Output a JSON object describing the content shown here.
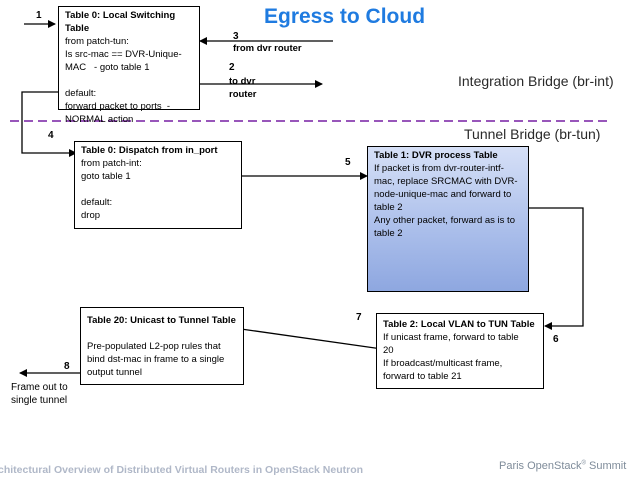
{
  "title": "Egress to Cloud",
  "bridges": {
    "integration": "Integration Bridge (br-int)",
    "tunnel": "Tunnel Bridge (br-tun)"
  },
  "steps": [
    "1",
    "2",
    "3",
    "4",
    "5",
    "6",
    "7",
    "8"
  ],
  "edge_labels": {
    "from_dvr": "from dvr router",
    "to_dvr_line1": "to dvr",
    "to_dvr_line2": "router"
  },
  "tables": {
    "t0_local": {
      "header": "Table 0: Local Switching Table",
      "lines": [
        "from patch-tun:",
        "Is src-mac == DVR-Unique-",
        "MAC   - goto table 1",
        "",
        "default:",
        "forward packet to ports  -",
        "NORMAL action"
      ]
    },
    "t0_dispatch": {
      "header": "Table 0: Dispatch from in_port",
      "lines": [
        "from patch-int:",
        "goto table 1",
        "",
        "default:",
        "drop"
      ]
    },
    "t1_dvr": {
      "header": "Table 1: DVR process Table",
      "lines": [
        "If packet is from dvr-router-intf-",
        "mac, replace SRCMAC with DVR-",
        "node-unique-mac and forward to",
        "table 2",
        "Any other packet, forward as is to",
        "table 2"
      ]
    },
    "t2_vlan": {
      "header": "Table 2: Local VLAN to TUN Table",
      "lines": [
        "If unicast frame, forward to table",
        "20",
        "If broadcast/multicast frame,",
        "forward to table 21"
      ]
    },
    "t20_unicast": {
      "header": "Table 20: Unicast to Tunnel Table",
      "lines": [
        "",
        "Pre-populated L2-pop rules that",
        "bind dst-mac in frame to a single",
        "output tunnel"
      ]
    }
  },
  "frame_out": {
    "line1": "Frame out to",
    "line2": "single tunnel"
  },
  "footer": {
    "left": "chitectural Overview of Distributed Virtual Routers in OpenStack Neutron",
    "right": "Paris OpenStack",
    "right_mark": "®",
    "right_tail": " Summit"
  },
  "colors": {
    "title": "#1f7be0",
    "divider": "#8a3fb0",
    "dvr_box": "#a9bdea"
  }
}
